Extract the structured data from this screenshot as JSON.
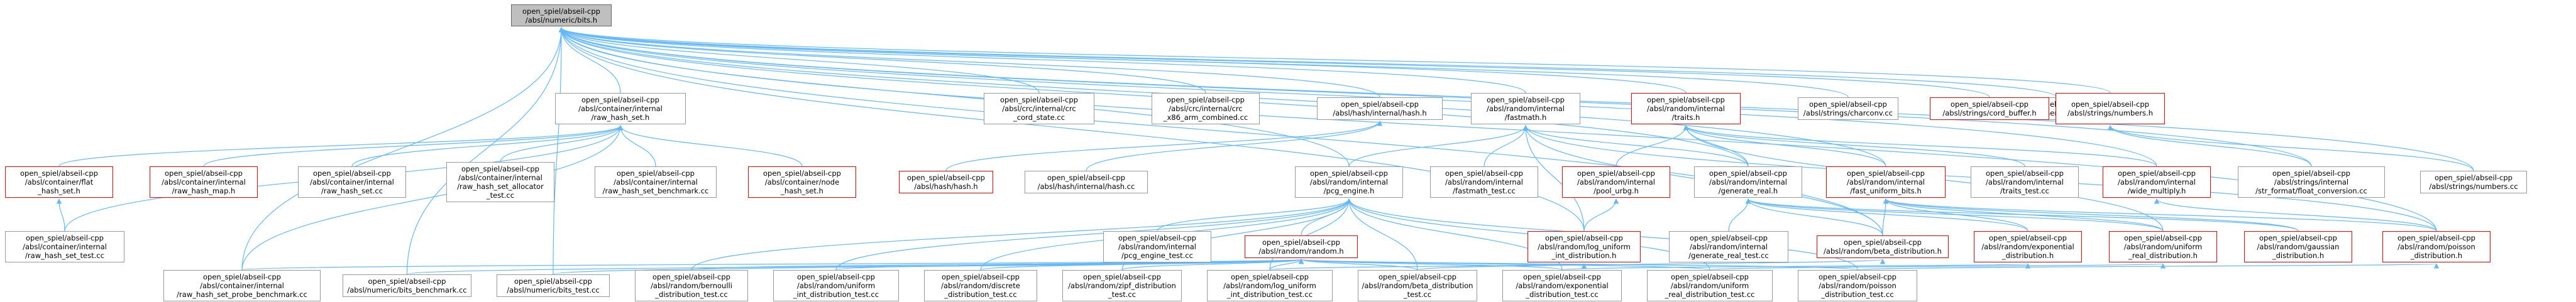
{
  "colors": {
    "edge": "#63b8ff",
    "node_border": "#999999",
    "node_border_incomplete": "#ff0000",
    "root_fill": "#bfbfbf",
    "text": "#000000"
  },
  "nodes": {
    "root": [
      "open_spiel/abseil-cpp",
      "/absl/numeric/bits.h"
    ],
    "raw_hash_set_h": [
      "open_spiel/abseil-cpp",
      "/absl/container/internal",
      "/raw_hash_set.h"
    ],
    "crc_cord_state": [
      "open_spiel/abseil-cpp",
      "/absl/crc/internal/crc",
      "_cord_state.cc"
    ],
    "crc_x86": [
      "open_spiel/abseil-cpp",
      "/absl/crc/internal/crc",
      "_x86_arm_combined.cc"
    ],
    "hash_internal_hash_h": [
      "open_spiel/abseil-cpp",
      "/absl/hash/internal/hash.h"
    ],
    "int128": [
      "open_spiel/abseil-cpp",
      "/absl/numeric/int128.cc"
    ],
    "fastmath_h": [
      "open_spiel/abseil-cpp",
      "/absl/random/internal",
      "/fastmath.h"
    ],
    "traits_h": [
      "open_spiel/abseil-cpp",
      "/absl/random/internal",
      "/traits.h"
    ],
    "charconv": [
      "open_spiel/abseil-cpp",
      "/absl/strings/charconv.cc"
    ],
    "cord_buffer": [
      "open_spiel/abseil-cpp",
      "/absl/strings/cord_buffer.h"
    ],
    "numbers_h": [
      "open_spiel/abseil-cpp",
      "/absl/strings/numbers.h"
    ],
    "flat_hash_set": [
      "open_spiel/abseil-cpp",
      "/absl/container/flat",
      "_hash_set.h"
    ],
    "raw_hash_map": [
      "open_spiel/abseil-cpp",
      "/absl/container/internal",
      "/raw_hash_map.h"
    ],
    "raw_hash_set_cc": [
      "open_spiel/abseil-cpp",
      "/absl/container/internal",
      "/raw_hash_set.cc"
    ],
    "raw_hash_set_alloc": [
      "open_spiel/abseil-cpp",
      "/absl/container/internal",
      "/raw_hash_set_allocator",
      "_test.cc"
    ],
    "raw_hash_set_bench": [
      "open_spiel/abseil-cpp",
      "/absl/container/internal",
      "/raw_hash_set_benchmark.cc"
    ],
    "node_hash_set": [
      "open_spiel/abseil-cpp",
      "/absl/container/node",
      "_hash_set.h"
    ],
    "hash_h": [
      "open_spiel/abseil-cpp",
      "/absl/hash/hash.h"
    ],
    "hash_cc": [
      "open_spiel/abseil-cpp",
      "/absl/hash/internal/hash.cc"
    ],
    "pcg_engine": [
      "open_spiel/abseil-cpp",
      "/absl/random/internal",
      "/pcg_engine.h"
    ],
    "fastmath_test": [
      "open_spiel/abseil-cpp",
      "/absl/random/internal",
      "/fastmath_test.cc"
    ],
    "pool_urbg": [
      "open_spiel/abseil-cpp",
      "/absl/random/internal",
      "/pool_urbg.h"
    ],
    "generate_real": [
      "open_spiel/abseil-cpp",
      "/absl/random/internal",
      "/generate_real.h"
    ],
    "fast_uniform_bits": [
      "open_spiel/abseil-cpp",
      "/absl/random/internal",
      "/fast_uniform_bits.h"
    ],
    "traits_test": [
      "open_spiel/abseil-cpp",
      "/absl/random/internal",
      "/traits_test.cc"
    ],
    "wide_multiply": [
      "open_spiel/abseil-cpp",
      "/absl/random/internal",
      "/wide_multiply.h"
    ],
    "str_format_float": [
      "open_spiel/abseil-cpp",
      "/absl/strings/internal",
      "/str_format/float_conversion.cc"
    ],
    "numbers_cc": [
      "open_spiel/abseil-cpp",
      "/absl/strings/numbers.cc"
    ],
    "raw_hash_set_test": [
      "open_spiel/abseil-cpp",
      "/absl/container/internal",
      "/raw_hash_set_test.cc"
    ],
    "pcg_engine_test": [
      "open_spiel/abseil-cpp",
      "/absl/random/internal",
      "/pcg_engine_test.cc"
    ],
    "random_h": [
      "open_spiel/abseil-cpp",
      "/absl/random/random.h"
    ],
    "log_uniform": [
      "open_spiel/abseil-cpp",
      "/absl/random/log_uniform",
      "_int_distribution.h"
    ],
    "generate_real_test": [
      "open_spiel/abseil-cpp",
      "/absl/random/internal",
      "/generate_real_test.cc"
    ],
    "beta_dist": [
      "open_spiel/abseil-cpp",
      "/absl/random/beta_distribution.h"
    ],
    "exponential_dist": [
      "open_spiel/abseil-cpp",
      "/absl/random/exponential",
      "_distribution.h"
    ],
    "uniform_real_dist": [
      "open_spiel/abseil-cpp",
      "/absl/random/uniform",
      "_real_distribution.h"
    ],
    "gaussian_dist": [
      "open_spiel/abseil-cpp",
      "/absl/random/gaussian",
      "_distribution.h"
    ],
    "poisson_dist": [
      "open_spiel/abseil-cpp",
      "/absl/random/poisson",
      "_distribution.h"
    ],
    "raw_hash_set_probe": [
      "open_spiel/abseil-cpp",
      "/absl/container/internal",
      "/raw_hash_set_probe_benchmark.cc"
    ],
    "bits_benchmark": [
      "open_spiel/abseil-cpp",
      "/absl/numeric/bits_benchmark.cc"
    ],
    "bits_test": [
      "open_spiel/abseil-cpp",
      "/absl/numeric/bits_test.cc"
    ],
    "bernoulli_test": [
      "open_spiel/abseil-cpp",
      "/absl/random/bernoulli",
      "_distribution_test.cc"
    ],
    "uniform_int_test": [
      "open_spiel/abseil-cpp",
      "/absl/random/uniform",
      "_int_distribution_test.cc"
    ],
    "discrete_test": [
      "open_spiel/abseil-cpp",
      "/absl/random/discrete",
      "_distribution_test.cc"
    ],
    "zipf_test": [
      "open_spiel/abseil-cpp",
      "/absl/random/zipf_distribution",
      "_test.cc"
    ],
    "log_uniform_test": [
      "open_spiel/abseil-cpp",
      "/absl/random/log_uniform",
      "_int_distribution_test.cc"
    ],
    "beta_test": [
      "open_spiel/abseil-cpp",
      "/absl/random/beta_distribution",
      "_test.cc"
    ],
    "exponential_test": [
      "open_spiel/abseil-cpp",
      "/absl/random/exponential",
      "_distribution_test.cc"
    ],
    "uniform_real_test": [
      "open_spiel/abseil-cpp",
      "/absl/random/uniform",
      "_real_distribution_test.cc"
    ],
    "poisson_test": [
      "open_spiel/abseil-cpp",
      "/absl/random/poisson",
      "_distribution_test.cc"
    ]
  }
}
